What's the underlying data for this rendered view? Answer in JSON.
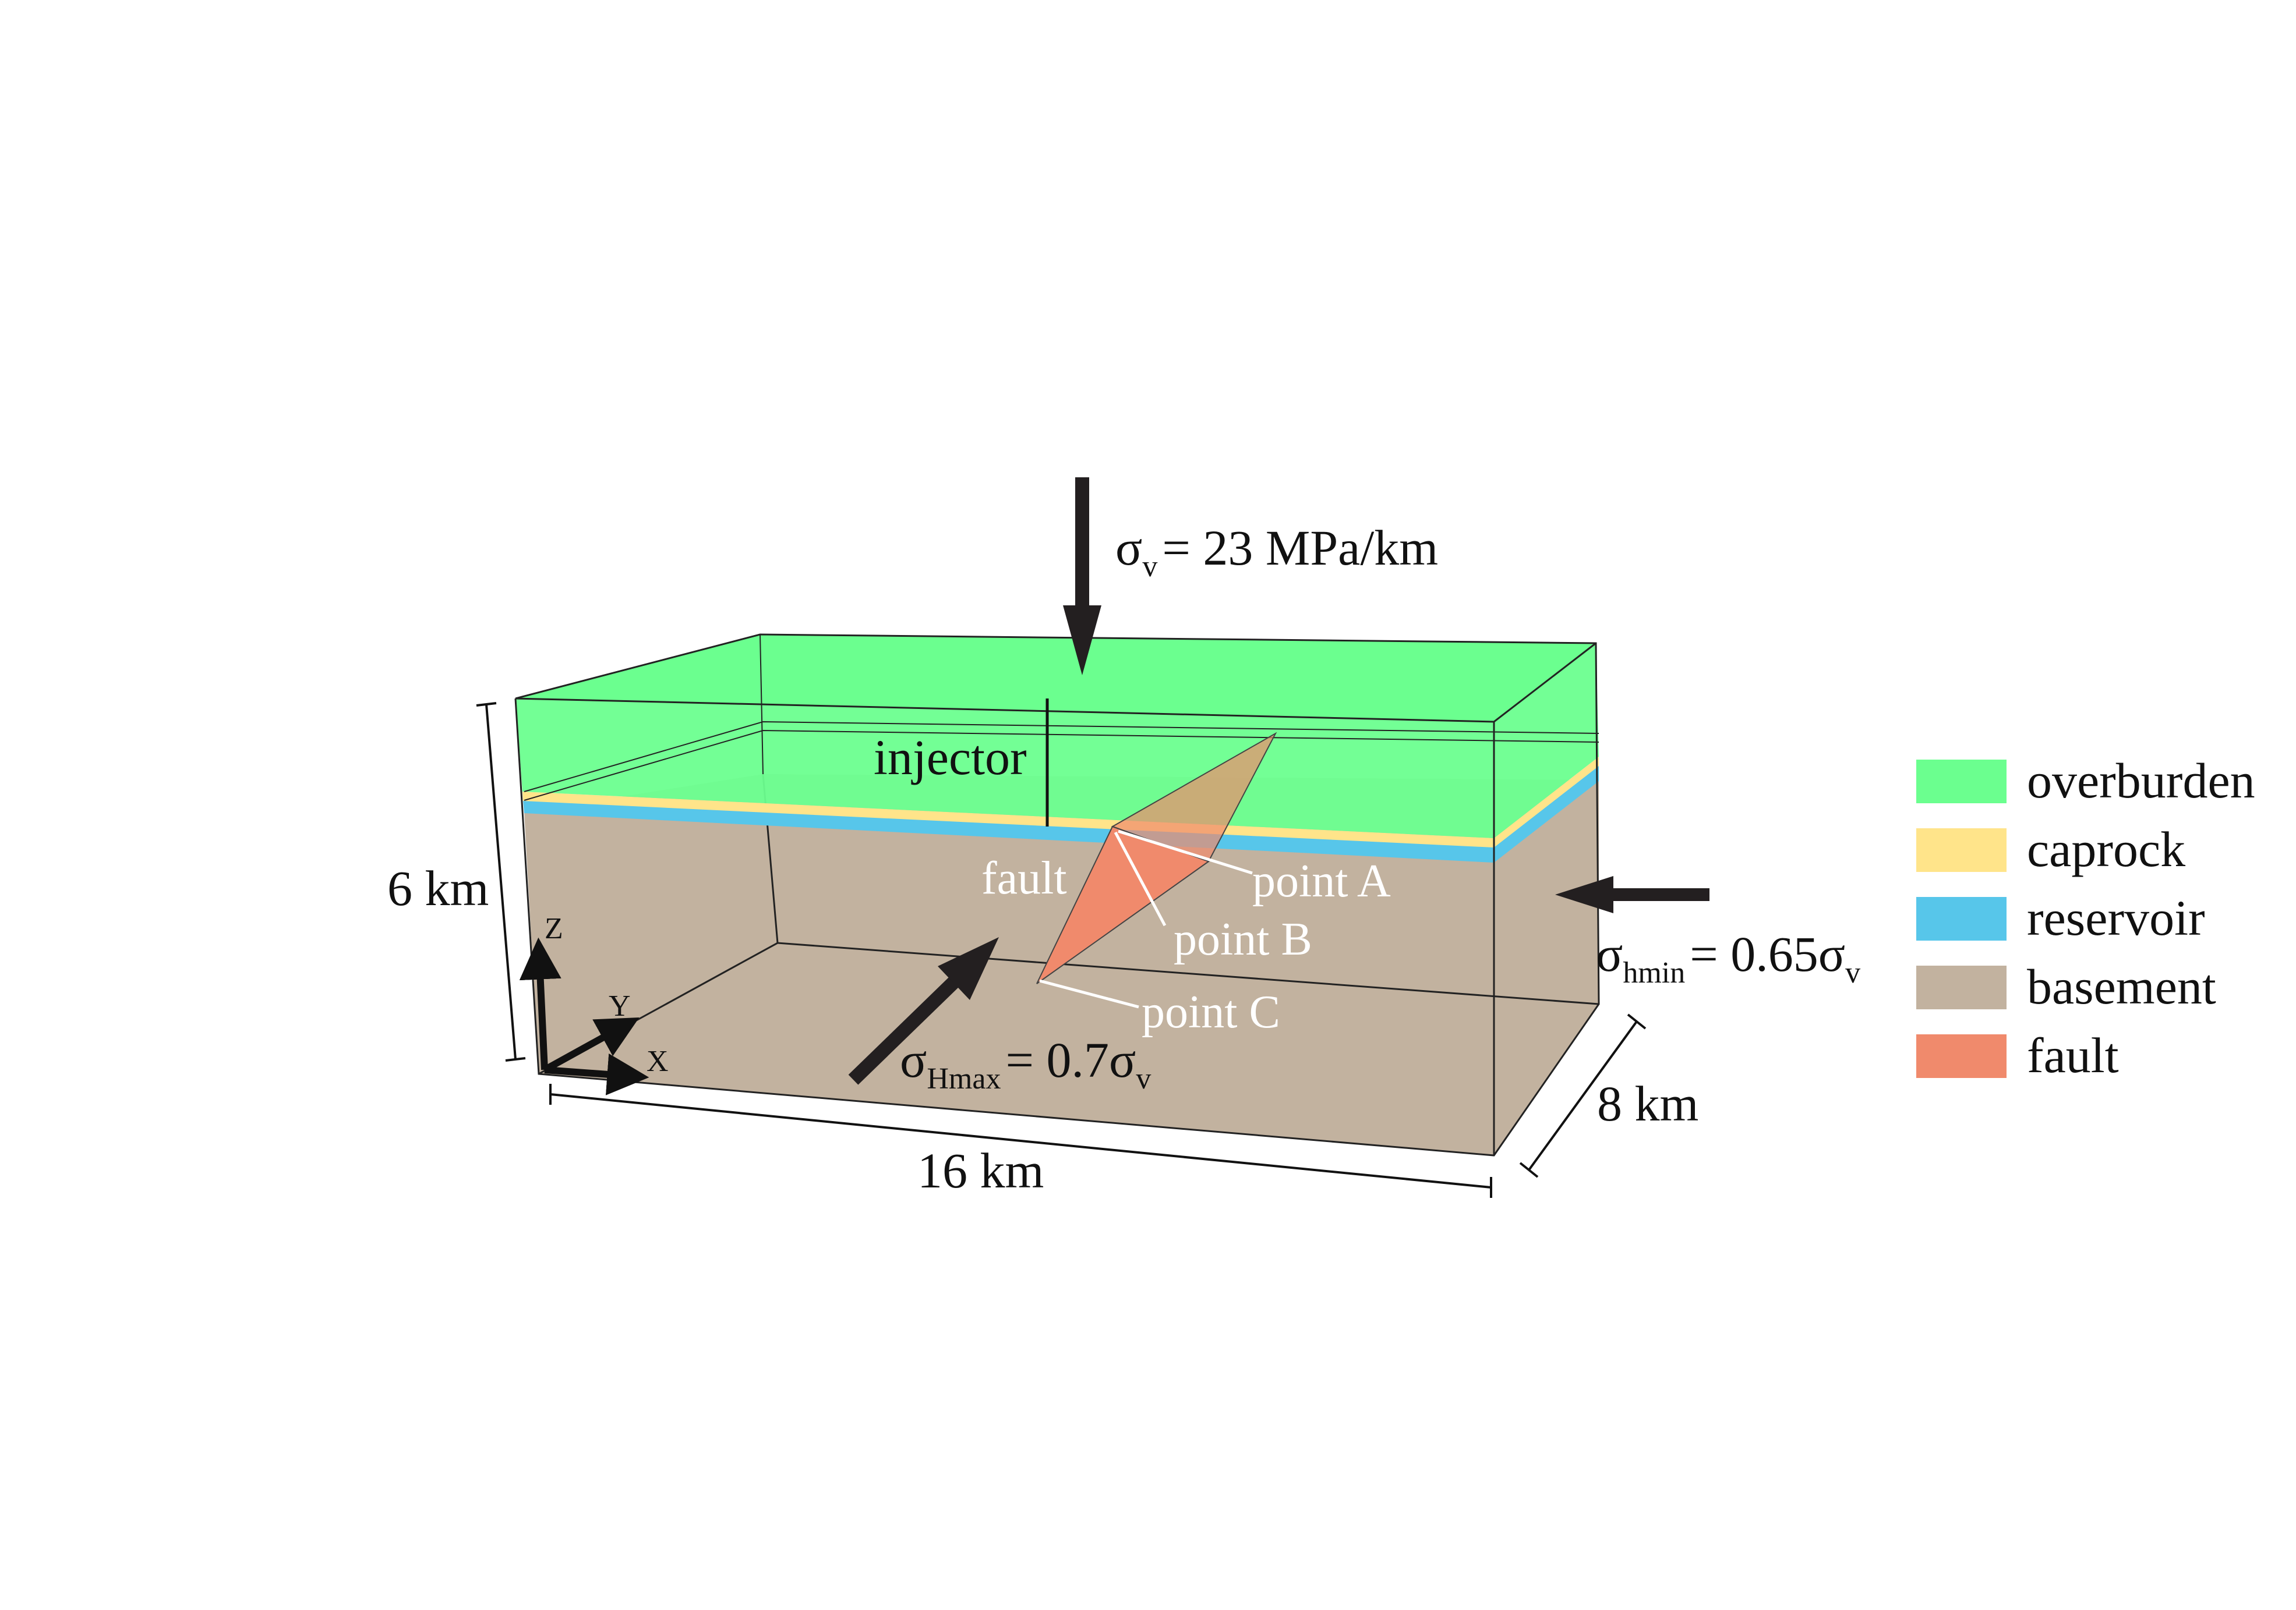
{
  "colors": {
    "overburden": "#6bff8f",
    "caprock": "#ffe48a",
    "reservoir": "#57c6ea",
    "basement": "#c2b29f",
    "fault": "#f08a6c",
    "arrow": "#231f20"
  },
  "labels": {
    "injector": "injector",
    "fault": "fault",
    "point_a": "point A",
    "point_b": "point B",
    "point_c": "point C",
    "dim_z": "6 km",
    "dim_x": "16 km",
    "dim_y": "8 km",
    "axis_x": "X",
    "axis_y": "Y",
    "axis_z": "Z"
  },
  "stresses": {
    "sigma": "σ",
    "sv_sub": "v",
    "sv_value": "= 23 MPa/km",
    "shmin_sub": "hmin",
    "shmin_value": "= 0.65σ",
    "shmin_tail_sub": "v",
    "sHmax_sub": "Hmax",
    "sHmax_value": "= 0.7σ",
    "sHmax_tail_sub": "v"
  },
  "legend": [
    {
      "label": "overburden",
      "color_key": "overburden"
    },
    {
      "label": "caprock",
      "color_key": "caprock"
    },
    {
      "label": "reservoir",
      "color_key": "reservoir"
    },
    {
      "label": "basement",
      "color_key": "basement"
    },
    {
      "label": "fault",
      "color_key": "fault"
    }
  ]
}
